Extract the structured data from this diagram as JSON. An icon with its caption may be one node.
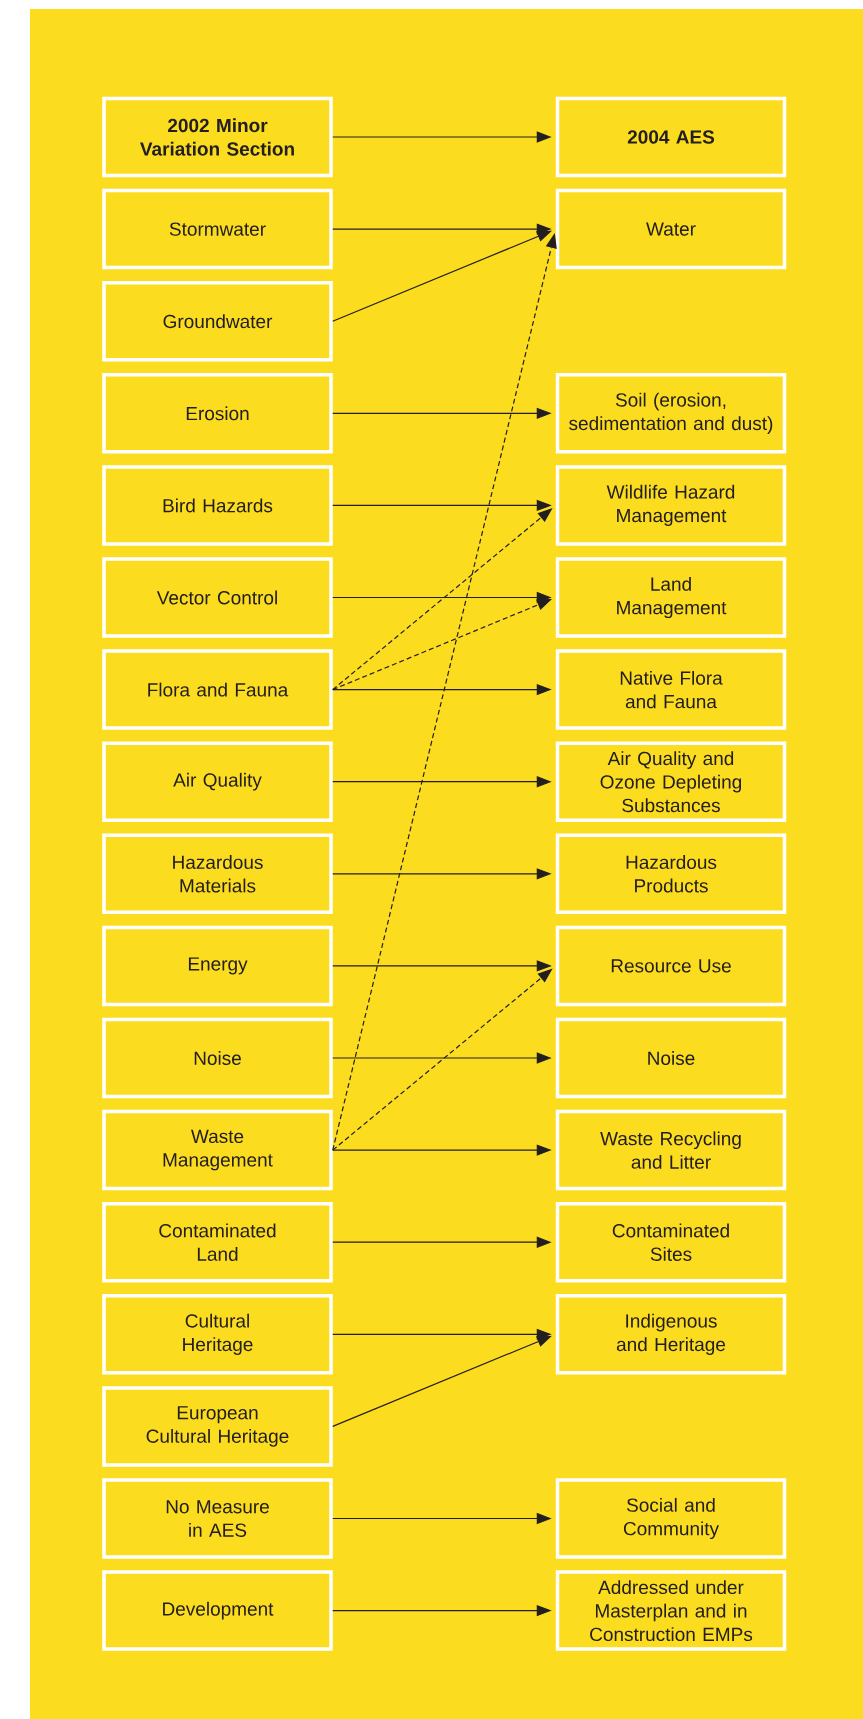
{
  "diagram": {
    "nodes": [
      {
        "text": [
          "2002 Minor Variation Section"
        ]
      },
      {
        "text": [
          "2004 AES"
        ]
      },
      {
        "text": [
          "Stormwater"
        ]
      },
      {
        "text": [
          "Water"
        ]
      },
      {
        "text": [
          "Groundwater"
        ]
      },
      {
        "text": [
          "Erosion"
        ]
      },
      {
        "text": [
          "Soil (erosion, sedimentation and dust)"
        ]
      },
      {
        "text": [
          "Bird Hazards"
        ]
      },
      {
        "text": [
          "Wildlife Hazard Management"
        ]
      },
      {
        "text": [
          "Vector Control"
        ]
      },
      {
        "text": [
          "Land Management"
        ]
      },
      {
        "text": [
          "Flora and Fauna"
        ]
      },
      {
        "text": [
          "Native Flora and Fauna"
        ]
      },
      {
        "text": [
          "Air Quality"
        ]
      },
      {
        "text": [
          "Air Quality and Ozone Depleting Substances"
        ]
      },
      {
        "text": [
          "Hazardous Materials"
        ]
      },
      {
        "text": [
          "Hazardous Products"
        ]
      },
      {
        "text": [
          "Energy"
        ]
      },
      {
        "text": [
          "Resource Use"
        ]
      },
      {
        "text": [
          "Noise"
        ]
      },
      {
        "text": [
          "Noise"
        ]
      },
      {
        "text": [
          "Waste Management"
        ]
      },
      {
        "text": [
          "Waste Recycling and Litter"
        ]
      },
      {
        "text": [
          "Contaminated Land"
        ]
      },
      {
        "text": [
          "Contaminated Sites"
        ]
      },
      {
        "text": [
          "Cultural Heritage"
        ]
      },
      {
        "text": [
          "Indigenous and Heritage"
        ]
      },
      {
        "text": [
          "European Cultural Heritage"
        ]
      },
      {
        "text": [
          "No Measure in AES"
        ]
      },
      {
        "text": [
          "Social and Community"
        ]
      },
      {
        "text": [
          "Development"
        ]
      },
      {
        "text": [
          "Addressed under Masterplan and in Construction EMPs"
        ]
      }
    ],
    "edges": [
      {
        "from": 0,
        "to": 1,
        "arrow": "to"
      },
      {
        "from": 2,
        "to": 3,
        "arrow": "to"
      },
      {
        "from": 4,
        "to": 3,
        "arrow": "to"
      },
      {
        "from": 5,
        "to": 6,
        "arrow": "to"
      },
      {
        "from": 7,
        "to": 8,
        "arrow": "to"
      },
      {
        "from": 9,
        "to": 10,
        "arrow": "to"
      },
      {
        "from": 11,
        "to": 12,
        "arrow": "to"
      },
      {
        "from": 11,
        "to": 8,
        "arrow": "to",
        "style": "dashed"
      },
      {
        "from": 11,
        "to": 10,
        "arrow": "to",
        "style": "dashed"
      },
      {
        "from": 13,
        "to": 14,
        "arrow": "to"
      },
      {
        "from": 15,
        "to": 16,
        "arrow": "to"
      },
      {
        "from": 17,
        "to": 18,
        "arrow": "to"
      },
      {
        "from": 19,
        "to": 20,
        "arrow": "to"
      },
      {
        "from": 21,
        "to": 22,
        "arrow": "to"
      },
      {
        "from": 21,
        "to": 18,
        "arrow": "to",
        "style": "dashed"
      },
      {
        "from": 21,
        "to": 3,
        "arrow": "to",
        "style": "dashed"
      },
      {
        "from": 23,
        "to": 24,
        "arrow": "to"
      },
      {
        "from": 25,
        "to": 26,
        "arrow": "to"
      },
      {
        "from": 27,
        "to": 26,
        "arrow": "to"
      },
      {
        "from": 28,
        "to": 29,
        "arrow": "to"
      },
      {
        "from": 30,
        "to": 31,
        "arrow": "to"
      }
    ]
  }
}
